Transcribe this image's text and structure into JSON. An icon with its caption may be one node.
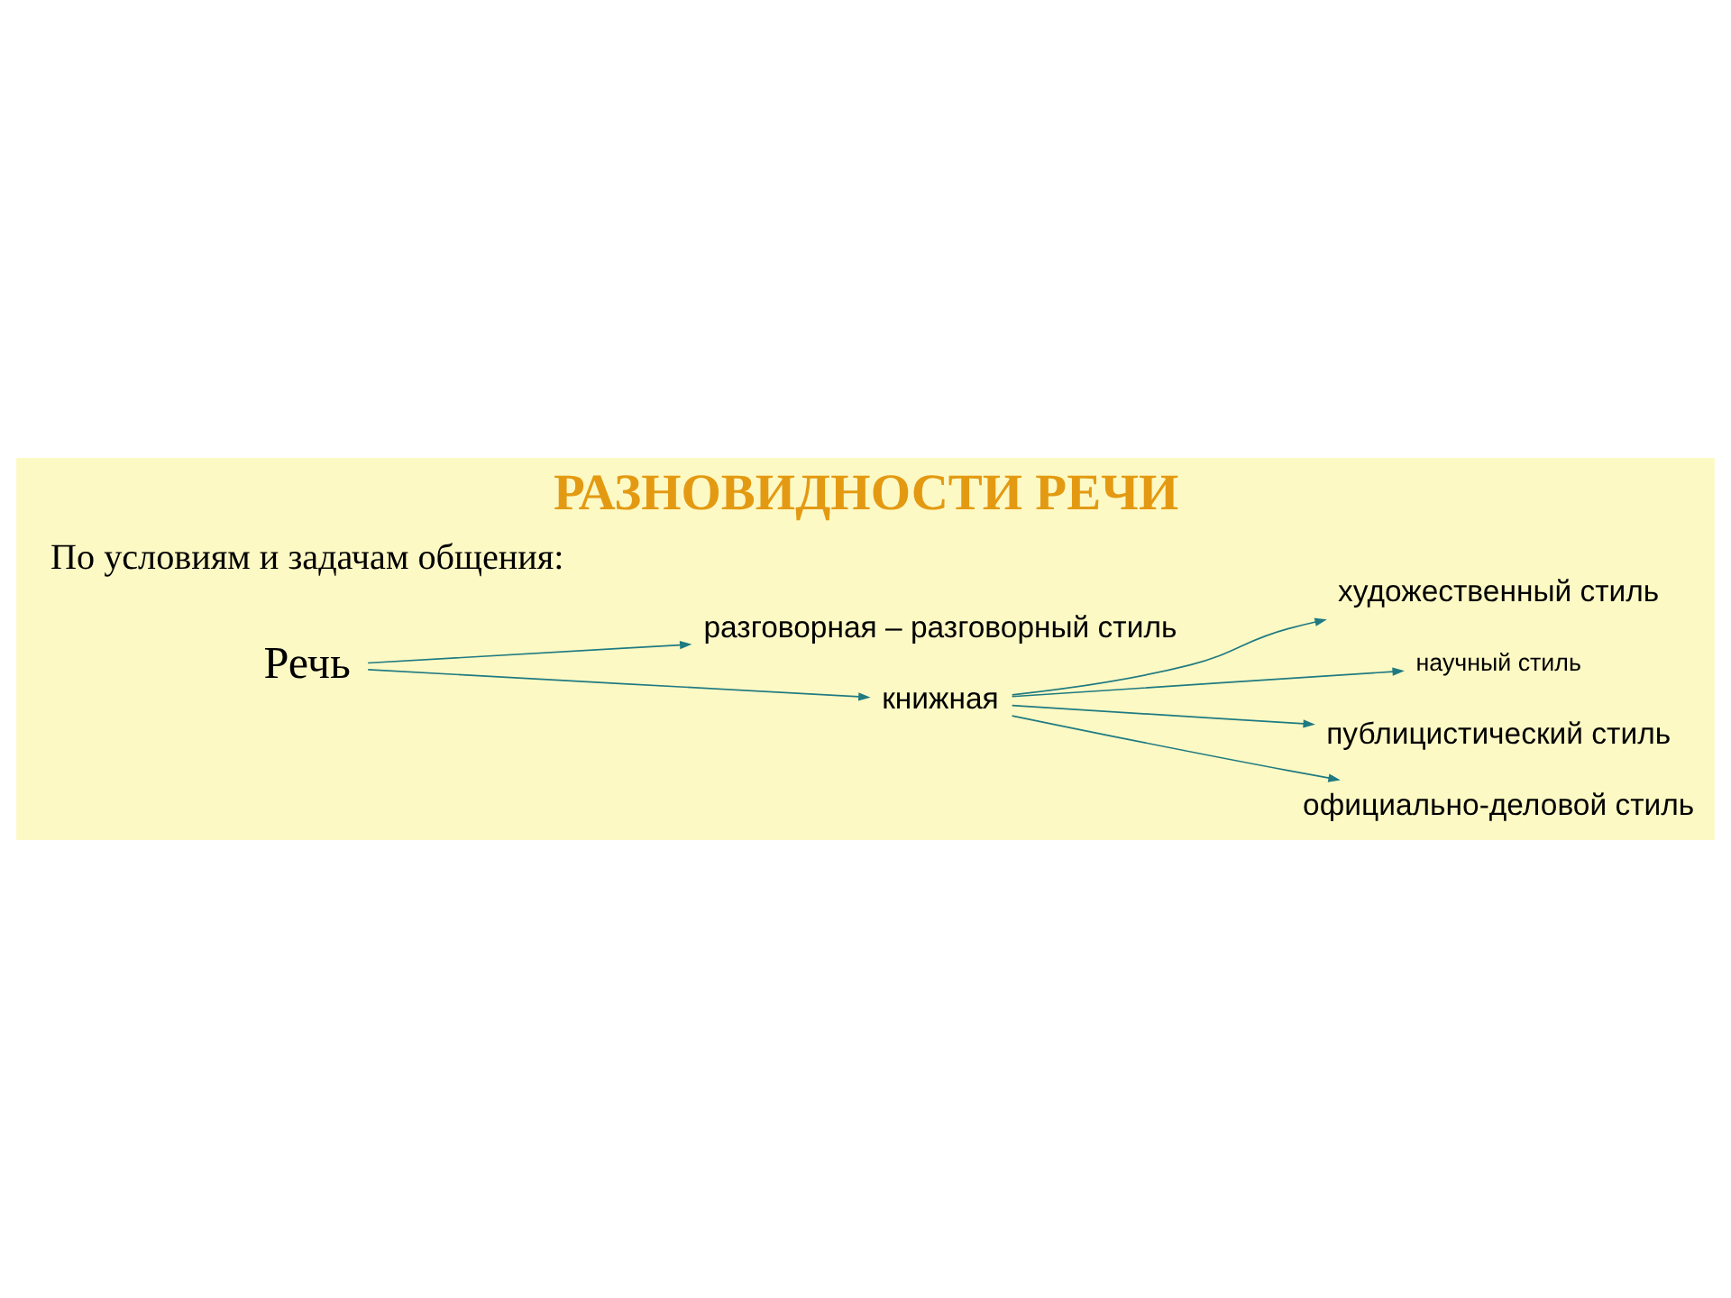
{
  "diagram": {
    "title": "РАЗНОВИДНОСТИ РЕЧИ",
    "nodes": [
      {
        "text": [
          "Речь"
        ]
      },
      {
        "text": [
          "разговорная – разговорный стиль"
        ]
      },
      {
        "text": [
          "книжная"
        ]
      },
      {
        "text": [
          "художественный стиль"
        ]
      },
      {
        "text": [
          "научный стиль"
        ]
      },
      {
        "text": [
          "публицистический стиль"
        ]
      },
      {
        "text": [
          "официально-деловой стиль"
        ]
      }
    ],
    "edges": [
      {
        "from": 0,
        "to": 1,
        "arrow": "to"
      },
      {
        "from": 0,
        "to": 2,
        "arrow": "to"
      },
      {
        "from": 2,
        "to": 3,
        "arrow": "to"
      },
      {
        "from": 2,
        "to": 4,
        "arrow": "to"
      },
      {
        "from": 2,
        "to": 5,
        "arrow": "to"
      },
      {
        "from": 2,
        "to": 6,
        "arrow": "to"
      }
    ],
    "labels": [
      "По условиям и задачам общения:"
    ]
  }
}
